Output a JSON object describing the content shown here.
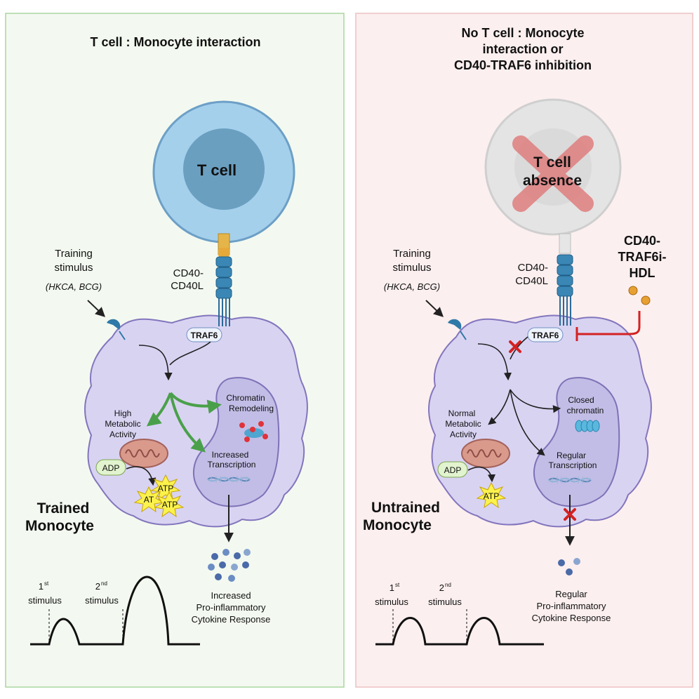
{
  "left_panel": {
    "title": "T cell : Monocyte interaction",
    "tcell_label": "T cell",
    "receptor_label": [
      "CD40-",
      "CD40L"
    ],
    "training_label": [
      "Training",
      "stimulus"
    ],
    "training_examples": "(HKCA, BCG)",
    "traf6": "TRAF6",
    "metabolic": [
      "High",
      "Metabolic",
      "Activity"
    ],
    "chromatin": [
      "Chromatin",
      "Remodeling"
    ],
    "transcription": [
      "Increased",
      "Transcription"
    ],
    "adp": "ADP",
    "atp": [
      "ATP",
      "AT",
      "ATP"
    ],
    "cell_state": [
      "Trained",
      "Monocyte"
    ],
    "response": [
      "Increased",
      "Pro-inflammatory",
      "Cytokine Response"
    ],
    "stim1": [
      "1",
      "st",
      "stimulus"
    ],
    "stim2": [
      "2",
      "nd",
      "stimulus"
    ]
  },
  "right_panel": {
    "title": [
      "No T cell : Monocyte",
      "interaction or",
      "CD40-TRAF6 inhibition"
    ],
    "tcell_label": [
      "T cell",
      "absence"
    ],
    "receptor_label": [
      "CD40-",
      "CD40L"
    ],
    "inhibitor": [
      "CD40-",
      "TRAF6i-",
      "HDL"
    ],
    "training_label": [
      "Training",
      "stimulus"
    ],
    "training_examples": "(HKCA, BCG)",
    "traf6": "TRAF6",
    "metabolic": [
      "Normal",
      "Metabolic",
      "Activity"
    ],
    "chromatin": [
      "Closed",
      "chromatin"
    ],
    "transcription": [
      "Regular",
      "Transcription"
    ],
    "adp": "ADP",
    "atp": "ATP",
    "cell_state": [
      "Untrained",
      "Monocyte"
    ],
    "response": [
      "Regular",
      "Pro-inflammatory",
      "Cytokine Response"
    ],
    "stim1": [
      "1",
      "st",
      "stimulus"
    ],
    "stim2": [
      "2",
      "nd",
      "stimulus"
    ]
  },
  "colors": {
    "left_bg": "#f3f9f0",
    "right_bg": "#fcefef",
    "cell_fill": "#d9d3f2",
    "nucleus_fill": "#c2bde6",
    "green_arrow": "#4aa04a",
    "inhibit_red": "#d32222"
  }
}
